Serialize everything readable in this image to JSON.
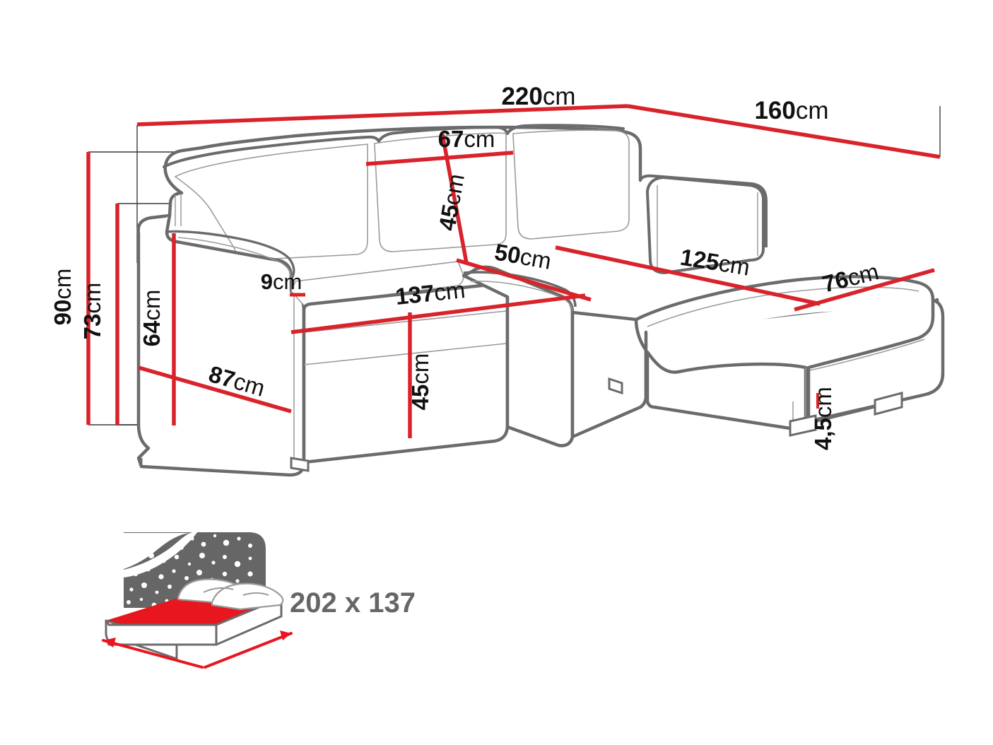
{
  "product": {
    "type": "corner-sofa-bed-dimension-diagram",
    "unit_suffix": "cm"
  },
  "colors": {
    "dimension_red": "#d8232a",
    "outline_dark": "#6b6b6b",
    "outline_light": "#9a9a9a",
    "thin_line": "#3a3a3a",
    "label_black": "#111111",
    "icon_gray": "#666666",
    "icon_red": "#e8161f",
    "background": "#ffffff"
  },
  "dimensions": {
    "overall_width": {
      "value": "220",
      "unit": "cm",
      "label": "220cm"
    },
    "overall_depth": {
      "value": "160",
      "unit": "cm",
      "label": "160cm"
    },
    "total_height": {
      "value": "90",
      "unit": "cm",
      "label": "90cm"
    },
    "backrest_height": {
      "value": "73",
      "unit": "cm",
      "label": "73cm"
    },
    "armrest_height": {
      "value": "64",
      "unit": "cm",
      "label": "64cm"
    },
    "armrest_width": {
      "value": "9",
      "unit": "cm",
      "label": "9cm"
    },
    "arm_depth": {
      "value": "87",
      "unit": "cm",
      "label": "87cm"
    },
    "cushion_width": {
      "value": "67",
      "unit": "cm",
      "label": "67cm"
    },
    "backrest_cushion_height": {
      "value": "45",
      "unit": "cm",
      "label": "45cm"
    },
    "seat_depth": {
      "value": "50",
      "unit": "cm",
      "label": "50cm"
    },
    "seat_width": {
      "value": "137",
      "unit": "cm",
      "label": "137cm"
    },
    "seat_height": {
      "value": "45",
      "unit": "cm",
      "label": "45cm"
    },
    "chaise_length": {
      "value": "125",
      "unit": "cm",
      "label": "125cm"
    },
    "chaise_depth": {
      "value": "76",
      "unit": "cm",
      "label": "76cm"
    },
    "leg_height": {
      "value": "4,5",
      "unit": "cm",
      "label": "4,5cm"
    }
  },
  "sleeping_area": {
    "icon": "bed-night-sky-icon",
    "label": "202 x 137",
    "width": "202",
    "length": "137"
  }
}
